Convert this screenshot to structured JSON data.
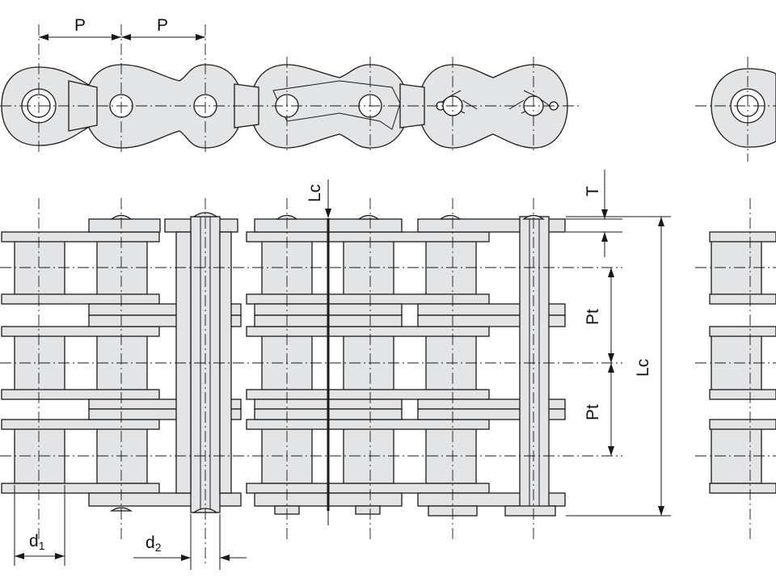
{
  "figure": {
    "labels": {
      "pitch_left": "P",
      "pitch_right": "P",
      "lc_top": "Lc",
      "thickness": "T",
      "transverse_pitch_1": "Pt",
      "transverse_pitch_2": "Pt",
      "lc_right": "Lc",
      "roller_diameter_main": "d",
      "roller_diameter_sub": "1",
      "pin_diameter_main": "d",
      "pin_diameter_sub": "2"
    }
  }
}
